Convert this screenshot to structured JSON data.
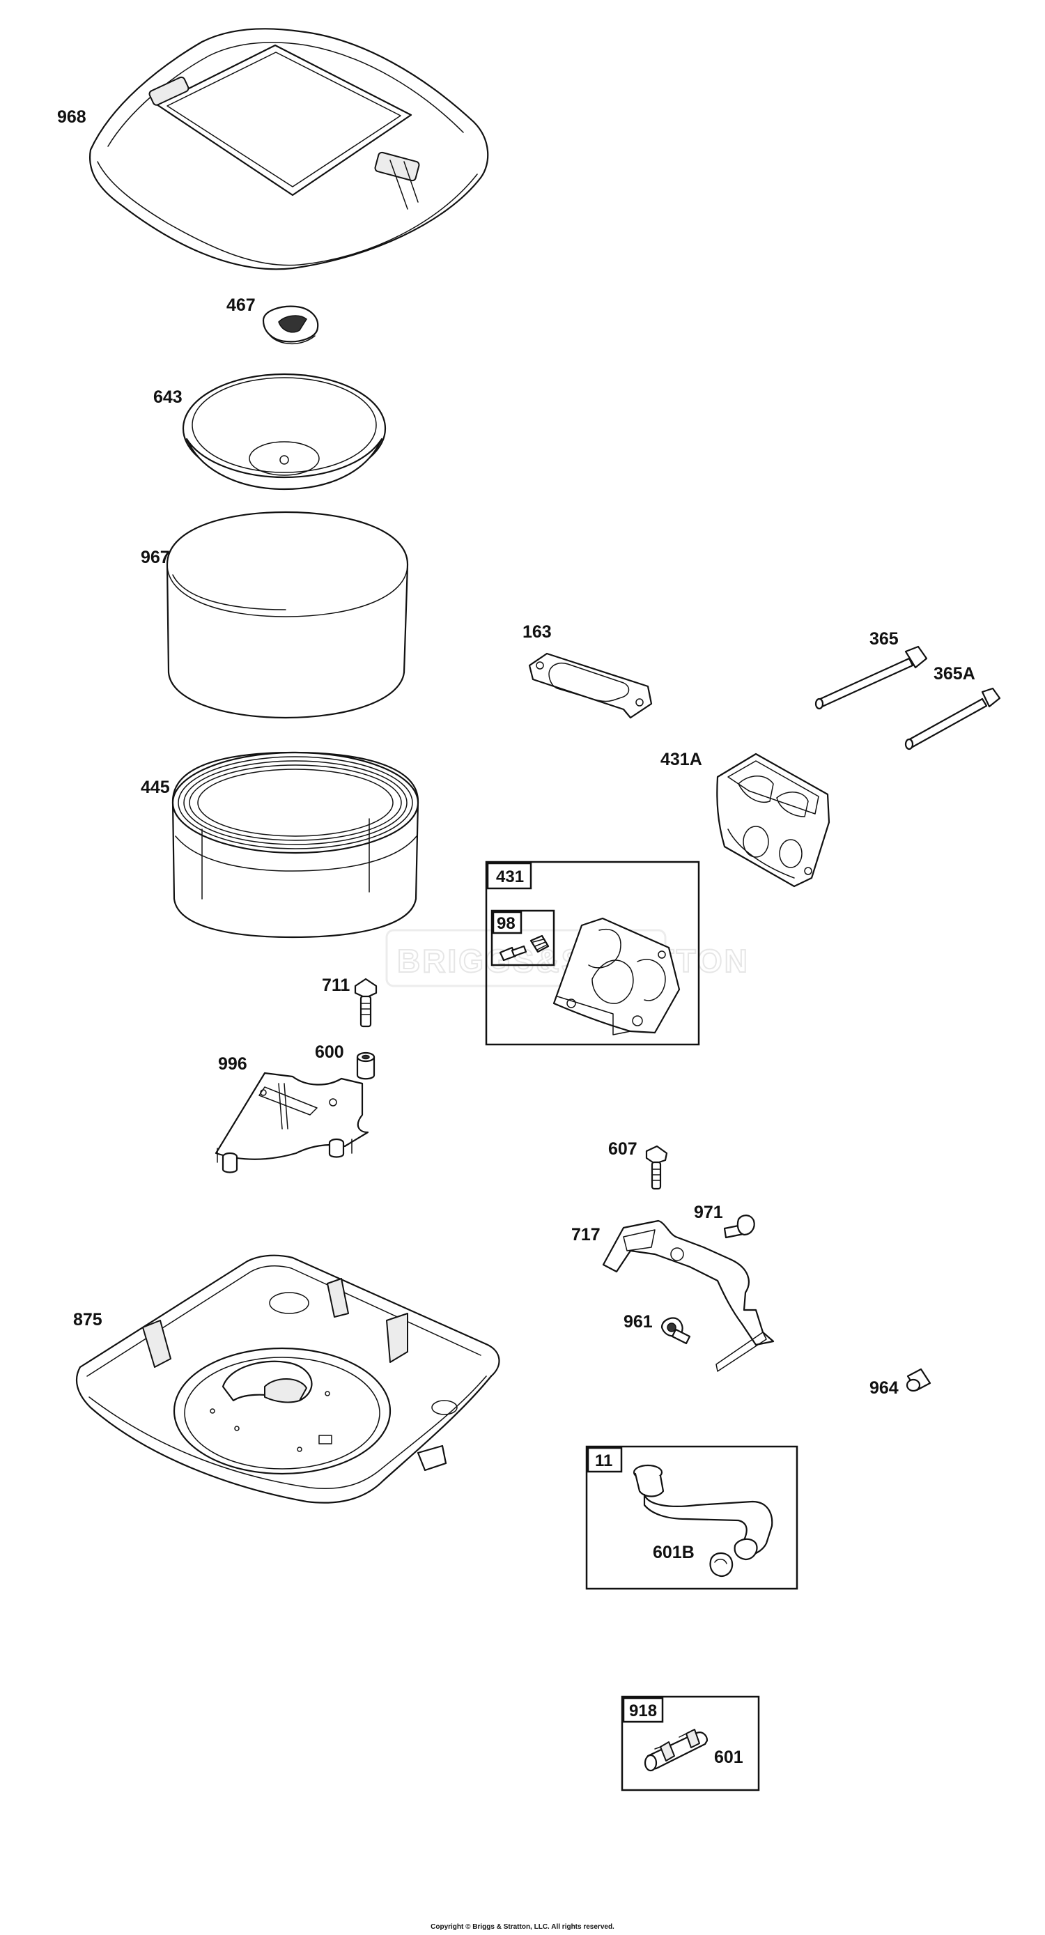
{
  "callouts": [
    "968",
    "467",
    "643",
    "967",
    "445",
    "711",
    "600",
    "996",
    "875",
    "163",
    "365",
    "365A",
    "431A",
    "607",
    "971",
    "717",
    "961",
    "964",
    "601B",
    "601"
  ],
  "kit_boxes": [
    "431",
    "98",
    "11",
    "918"
  ],
  "watermark": "BRIGGS&STRATTON",
  "copyright": "Copyright © Briggs & Stratton, LLC. All rights reserved."
}
